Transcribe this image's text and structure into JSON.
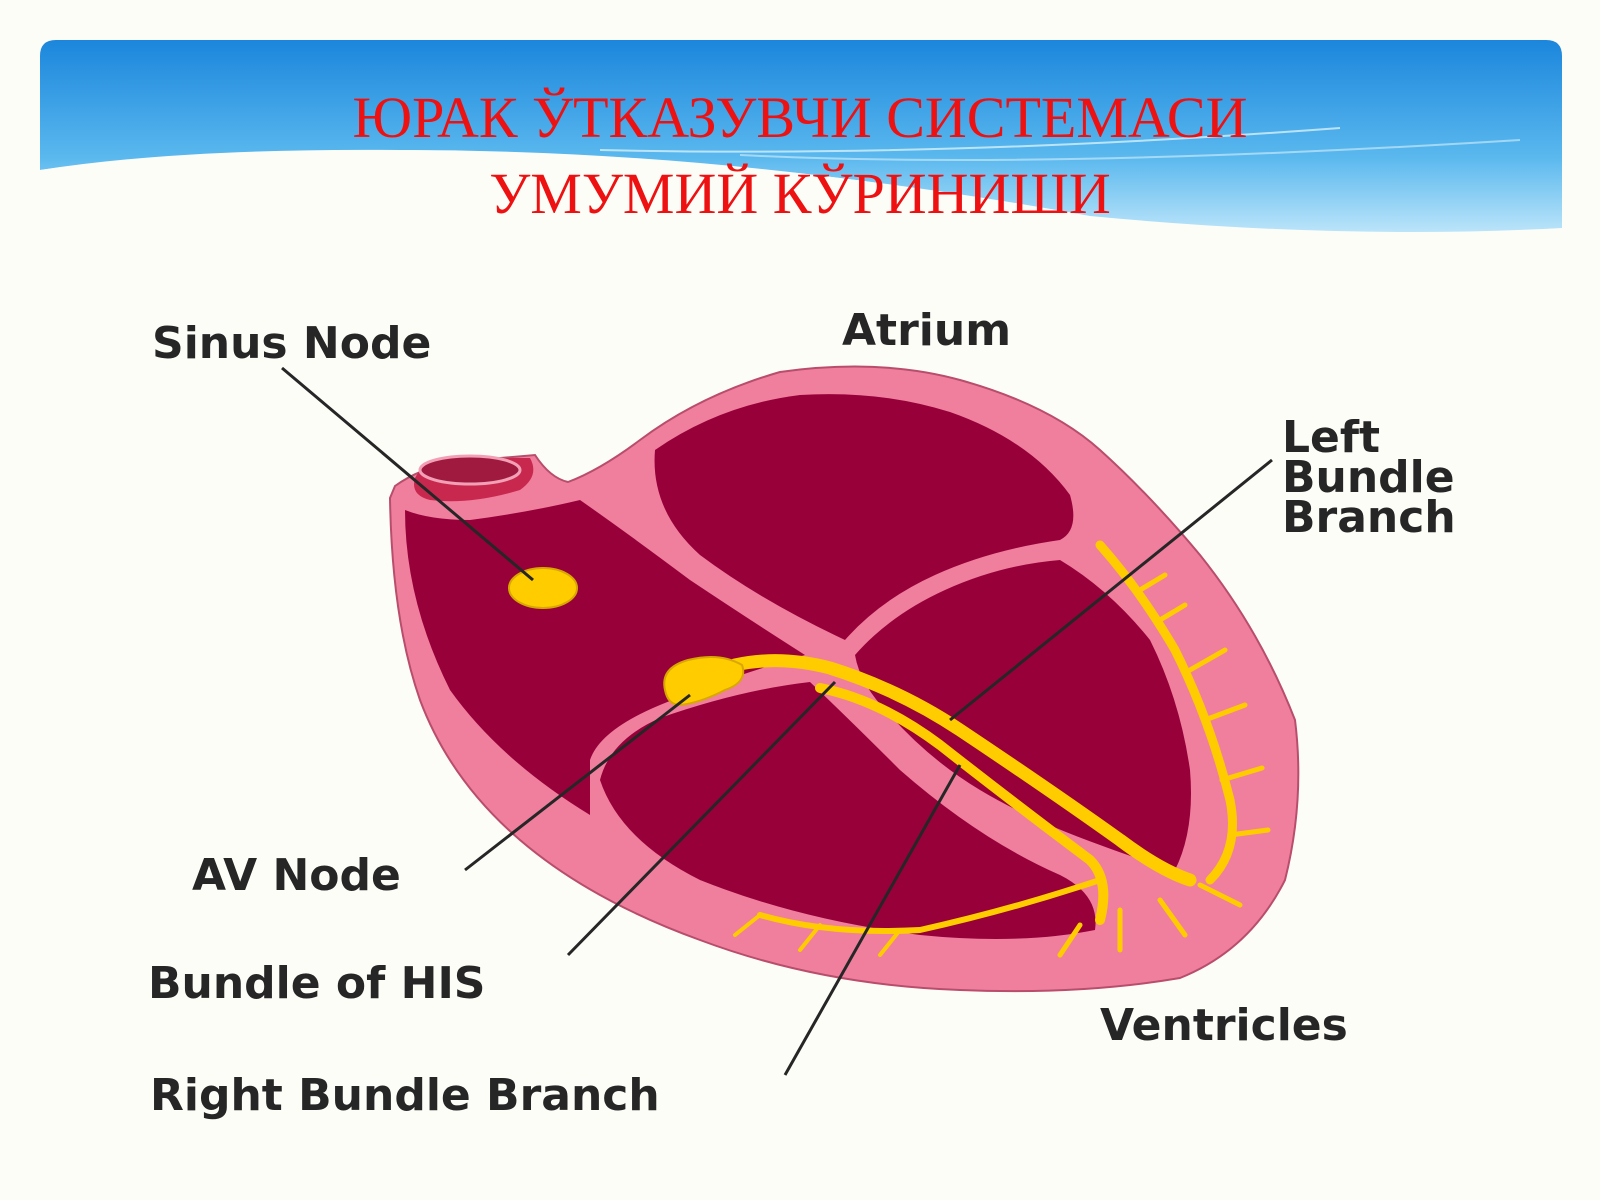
{
  "slide": {
    "title_line1": "ЮРАК ЎТКАЗУВЧИ СИСТЕМАСИ",
    "title_line2": "УМУМИЙ КЎРИНИШИ"
  },
  "labels": {
    "sinus_node": "Sinus Node",
    "atrium": "Atrium",
    "left_bundle_branch": [
      "Left",
      "Bundle",
      "Branch"
    ],
    "av_node": "AV Node",
    "bundle_of_his": "Bundle of HIS",
    "ventricles": "Ventricles",
    "right_bundle_branch": "Right Bundle Branch"
  },
  "colors": {
    "title": "#ee1111",
    "banner_blue": "#1e8fe0",
    "heart_wall": "#f07f9e",
    "heart_chamber": "#98003a",
    "conduction": "#ffcc00",
    "label_text": "#262626"
  }
}
